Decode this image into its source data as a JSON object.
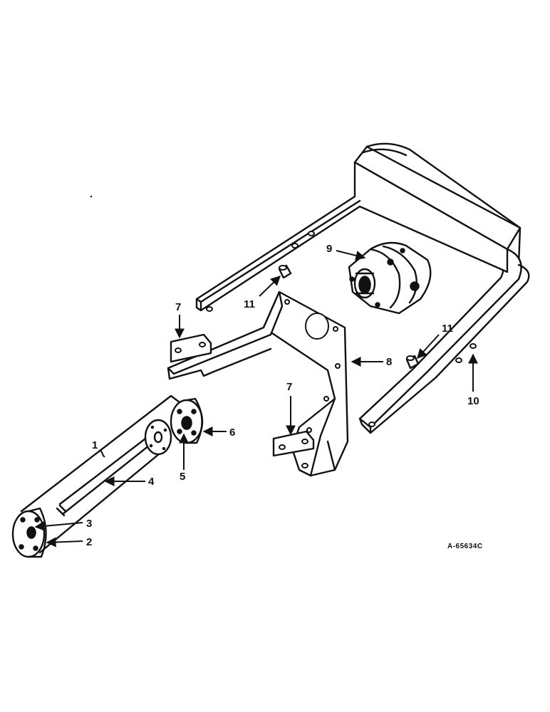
{
  "callouts": [
    {
      "id": "1",
      "text": "1"
    },
    {
      "id": "2",
      "text": "2"
    },
    {
      "id": "3",
      "text": "3"
    },
    {
      "id": "4",
      "text": "4"
    },
    {
      "id": "5",
      "text": "5"
    },
    {
      "id": "6",
      "text": "6"
    },
    {
      "id": "7a",
      "text": "7"
    },
    {
      "id": "7b",
      "text": "7"
    },
    {
      "id": "8",
      "text": "8"
    },
    {
      "id": "9",
      "text": "9"
    },
    {
      "id": "10",
      "text": "10"
    },
    {
      "id": "11a",
      "text": "11"
    },
    {
      "id": "11b",
      "text": "11"
    }
  ],
  "drawing_code": "A-65634C"
}
